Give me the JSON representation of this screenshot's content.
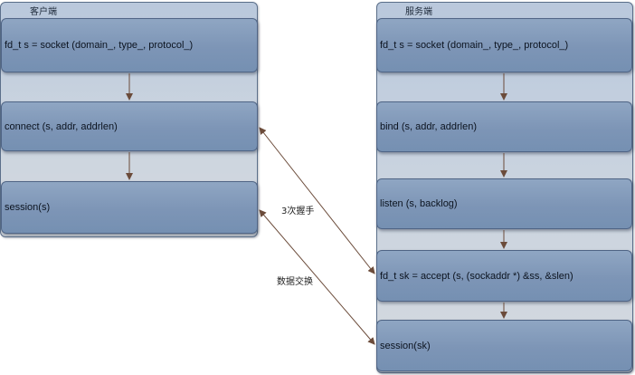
{
  "client": {
    "title": "客户端",
    "steps": [
      "fd_t s = socket (domain_, type_, protocol_)",
      "connect (s, addr, addrlen)",
      "session(s)"
    ]
  },
  "server": {
    "title": "服务端",
    "steps": [
      "fd_t s = socket (domain_, type_, protocol_)",
      "bind (s, addr, addrlen)",
      "listen (s, backlog)",
      "fd_t sk = accept (s, (sockaddr *) &ss, &slen)",
      "session(sk)"
    ]
  },
  "links": {
    "handshake": "3次握手",
    "data_exchange": "数据交换"
  },
  "colors": {
    "panel_border": "#5b6f8a",
    "step_fill": "#7d95b6",
    "arrow": "#6b4b3a"
  }
}
